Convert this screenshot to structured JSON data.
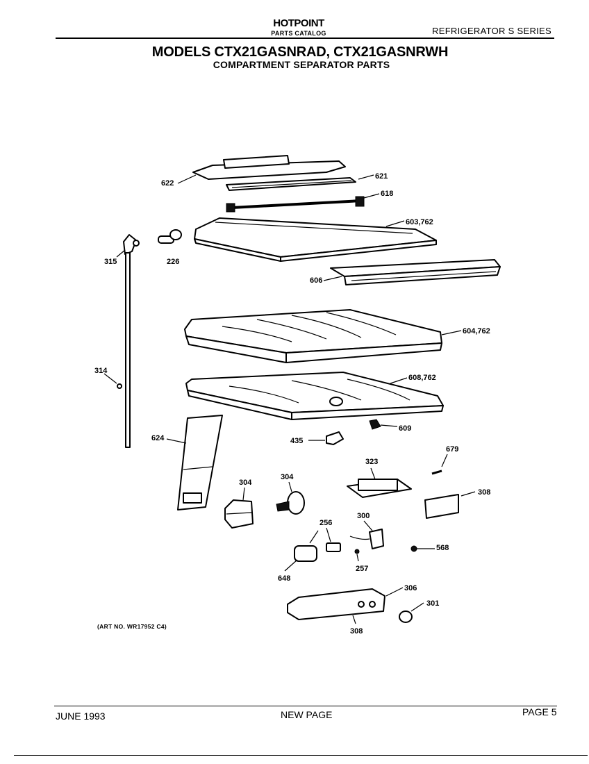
{
  "header": {
    "brand": "HOTPOINT",
    "catalog": "PARTS CATALOG",
    "series": "REFRIGERATOR S SERIES",
    "models": "MODELS CTX21GASNRAD, CTX21GASNRWH",
    "section": "COMPARTMENT SEPARATOR PARTS"
  },
  "diagram": {
    "callouts": {
      "c622": "622",
      "c621": "621",
      "c618": "618",
      "c603": "603,762",
      "c315": "315",
      "c226": "226",
      "c606": "606",
      "c604": "604,762",
      "c314": "314",
      "c608": "608,762",
      "c609": "609",
      "c435": "435",
      "c624": "624",
      "c679": "679",
      "c323": "323",
      "c304a": "304",
      "c304b": "304",
      "c308a": "308",
      "c256": "256",
      "c300": "300",
      "c568": "568",
      "c648": "648",
      "c257": "257",
      "c306": "306",
      "c301": "301",
      "c308b": "308"
    },
    "art_no": "(ART NO. WR17952 C4)"
  },
  "footer": {
    "date": "JUNE 1993",
    "status": "NEW PAGE",
    "page": "PAGE 5"
  }
}
